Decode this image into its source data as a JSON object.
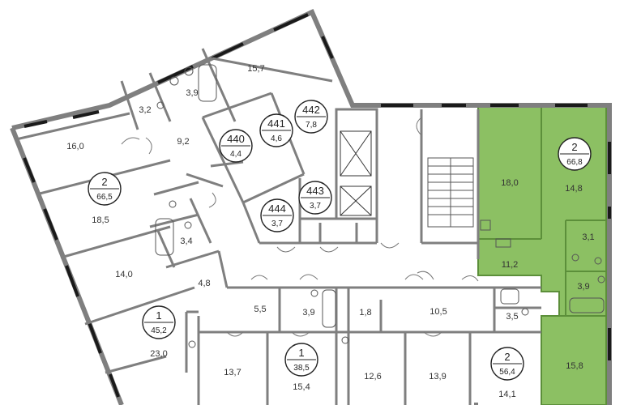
{
  "colors": {
    "wall": "#7f7f7f",
    "window": "#1a1a1a",
    "highlight": "#8cc063",
    "highlight_edge": "#5c8f3a",
    "fixture": "#555555"
  },
  "rooms": {
    "r15_7": "15,7",
    "r3_9a": "3,9",
    "r3_2": "3,2",
    "r16_0": "16,0",
    "r9_2": "9,2",
    "r18_5": "18,5",
    "r3_4": "3,4",
    "r14_0": "14,0",
    "r4_8": "4,8",
    "r23_0": "23,0",
    "r5_5": "5,5",
    "r3_9b": "3,9",
    "r1_8": "1,8",
    "r10_5": "10,5",
    "r3_5": "3,5",
    "r13_7": "13,7",
    "r15_4": "15,4",
    "r12_6": "12,6",
    "r13_9": "13,9",
    "r14_1": "14,1",
    "r18_0": "18,0",
    "r14_8": "14,8",
    "r3_1": "3,1",
    "r11_2": "11,2",
    "r3_9c": "3,9",
    "r15_8": "15,8"
  },
  "badges": {
    "b442": {
      "num": "442",
      "area": "7,8"
    },
    "b441": {
      "num": "441",
      "area": "4,6"
    },
    "b440": {
      "num": "440",
      "area": "4,4"
    },
    "b443": {
      "num": "443",
      "area": "3,7"
    },
    "b444": {
      "num": "444",
      "area": "3,7"
    },
    "apt2_left": {
      "num": "2",
      "area": "66,5"
    },
    "apt1_left": {
      "num": "1",
      "area": "45,2"
    },
    "apt1_bottom": {
      "num": "1",
      "area": "38,5"
    },
    "apt2_bottom": {
      "num": "2",
      "area": "56,4"
    },
    "apt2_right": {
      "num": "2",
      "area": "66,8"
    }
  }
}
